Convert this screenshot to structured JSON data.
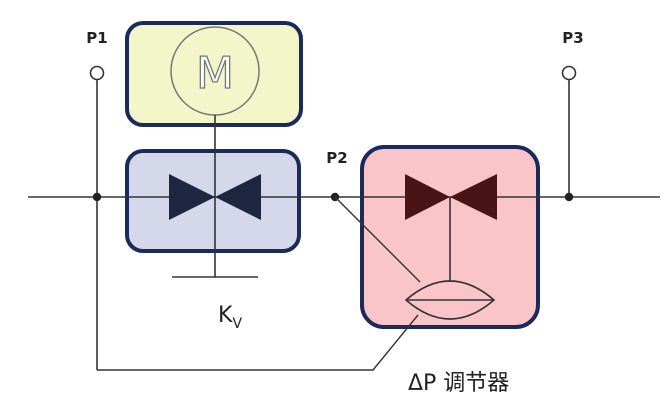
{
  "diagram": {
    "labels": {
      "p1": "P1",
      "p2": "P2",
      "p3": "P3",
      "motor": "M",
      "kv_main": "K",
      "kv_sub": "V",
      "regulator": "ΔP 调节器"
    },
    "colors": {
      "line": "#333333",
      "box_border": "#1c2a5a",
      "motor_fill": "#f3f6c8",
      "valve1_box_fill": "#d4d8ea",
      "valve2_box_fill": "#f9c5c8",
      "valve1_color": "#1e2640",
      "valve2_color": "#4a1416",
      "symbol_gray": "#777777"
    }
  }
}
